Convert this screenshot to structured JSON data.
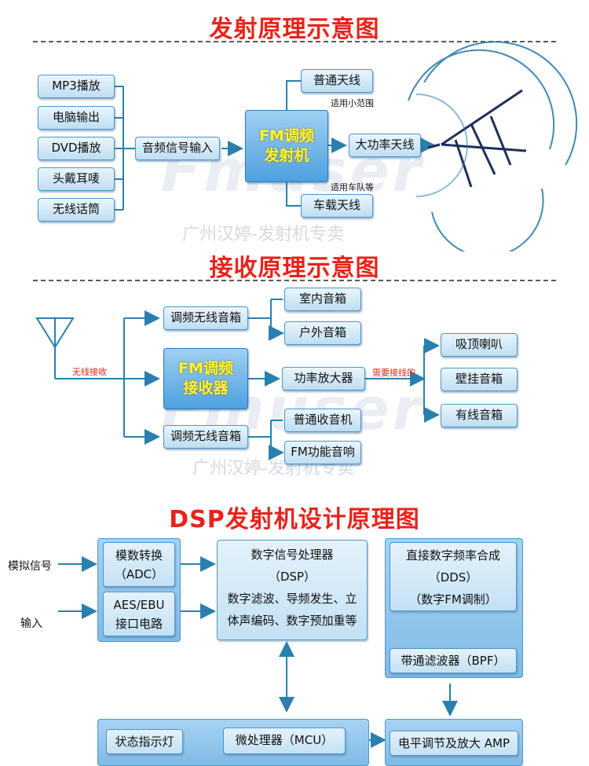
{
  "transmit": {
    "title": "发射原理示意图",
    "sources": [
      "MP3播放",
      "电脑输出",
      "DVD播放",
      "头戴耳唛",
      "无线话筒"
    ],
    "audio_input": "音频信号输入",
    "transmitter": [
      "FM调频",
      "发射机"
    ],
    "antennas": {
      "normal": "普通天线",
      "high_power": "大功率天线",
      "vehicle": "车载天线"
    },
    "notes": {
      "small_range": "适用小范围",
      "convoy": "适用车队等"
    }
  },
  "receive": {
    "title": "接收原理示意图",
    "wireless_label": "无线接收",
    "receiver": [
      "FM调频",
      "接收器"
    ],
    "speaker_box_top": "调频无线音箱",
    "indoor": "室内音箱",
    "outdoor": "户外音箱",
    "amp": "功率放大器",
    "wire_note": "需要接线的",
    "ceiling": "吸顶喇叭",
    "wall": "壁挂音箱",
    "wired": "有线音箱",
    "speaker_box_bottom": "调频无线音箱",
    "radio": "普通收音机",
    "fm_audio": "FM功能音响"
  },
  "dsp": {
    "title": "DSP发射机设计原理图",
    "analog_in": "模拟信号",
    "input": "输入",
    "adc": [
      "模数转换",
      "（ADC）"
    ],
    "aes": [
      "AES/EBU",
      "接口电路"
    ],
    "processor": [
      "数字信号处理器",
      "（DSP）",
      "数字滤波、导频发生、立",
      "体声编码、数字预加重等"
    ],
    "dds": [
      "直接数字频率合成",
      "（DDS）",
      "（数字FM调制）"
    ],
    "bpf": "带通滤波器（BPF）",
    "status": "状态指示灯",
    "mcu": "微处理器（MCU）",
    "amp": "电平调节及放大 AMP"
  },
  "watermark": {
    "logo": "Fmuser",
    "shop": "广州汉婷-发射机专卖"
  },
  "colors": {
    "title": "#e8231b",
    "arrow": "#2a7fae",
    "box_border": "#4f96c9",
    "highlight_text": "#fff43a"
  }
}
